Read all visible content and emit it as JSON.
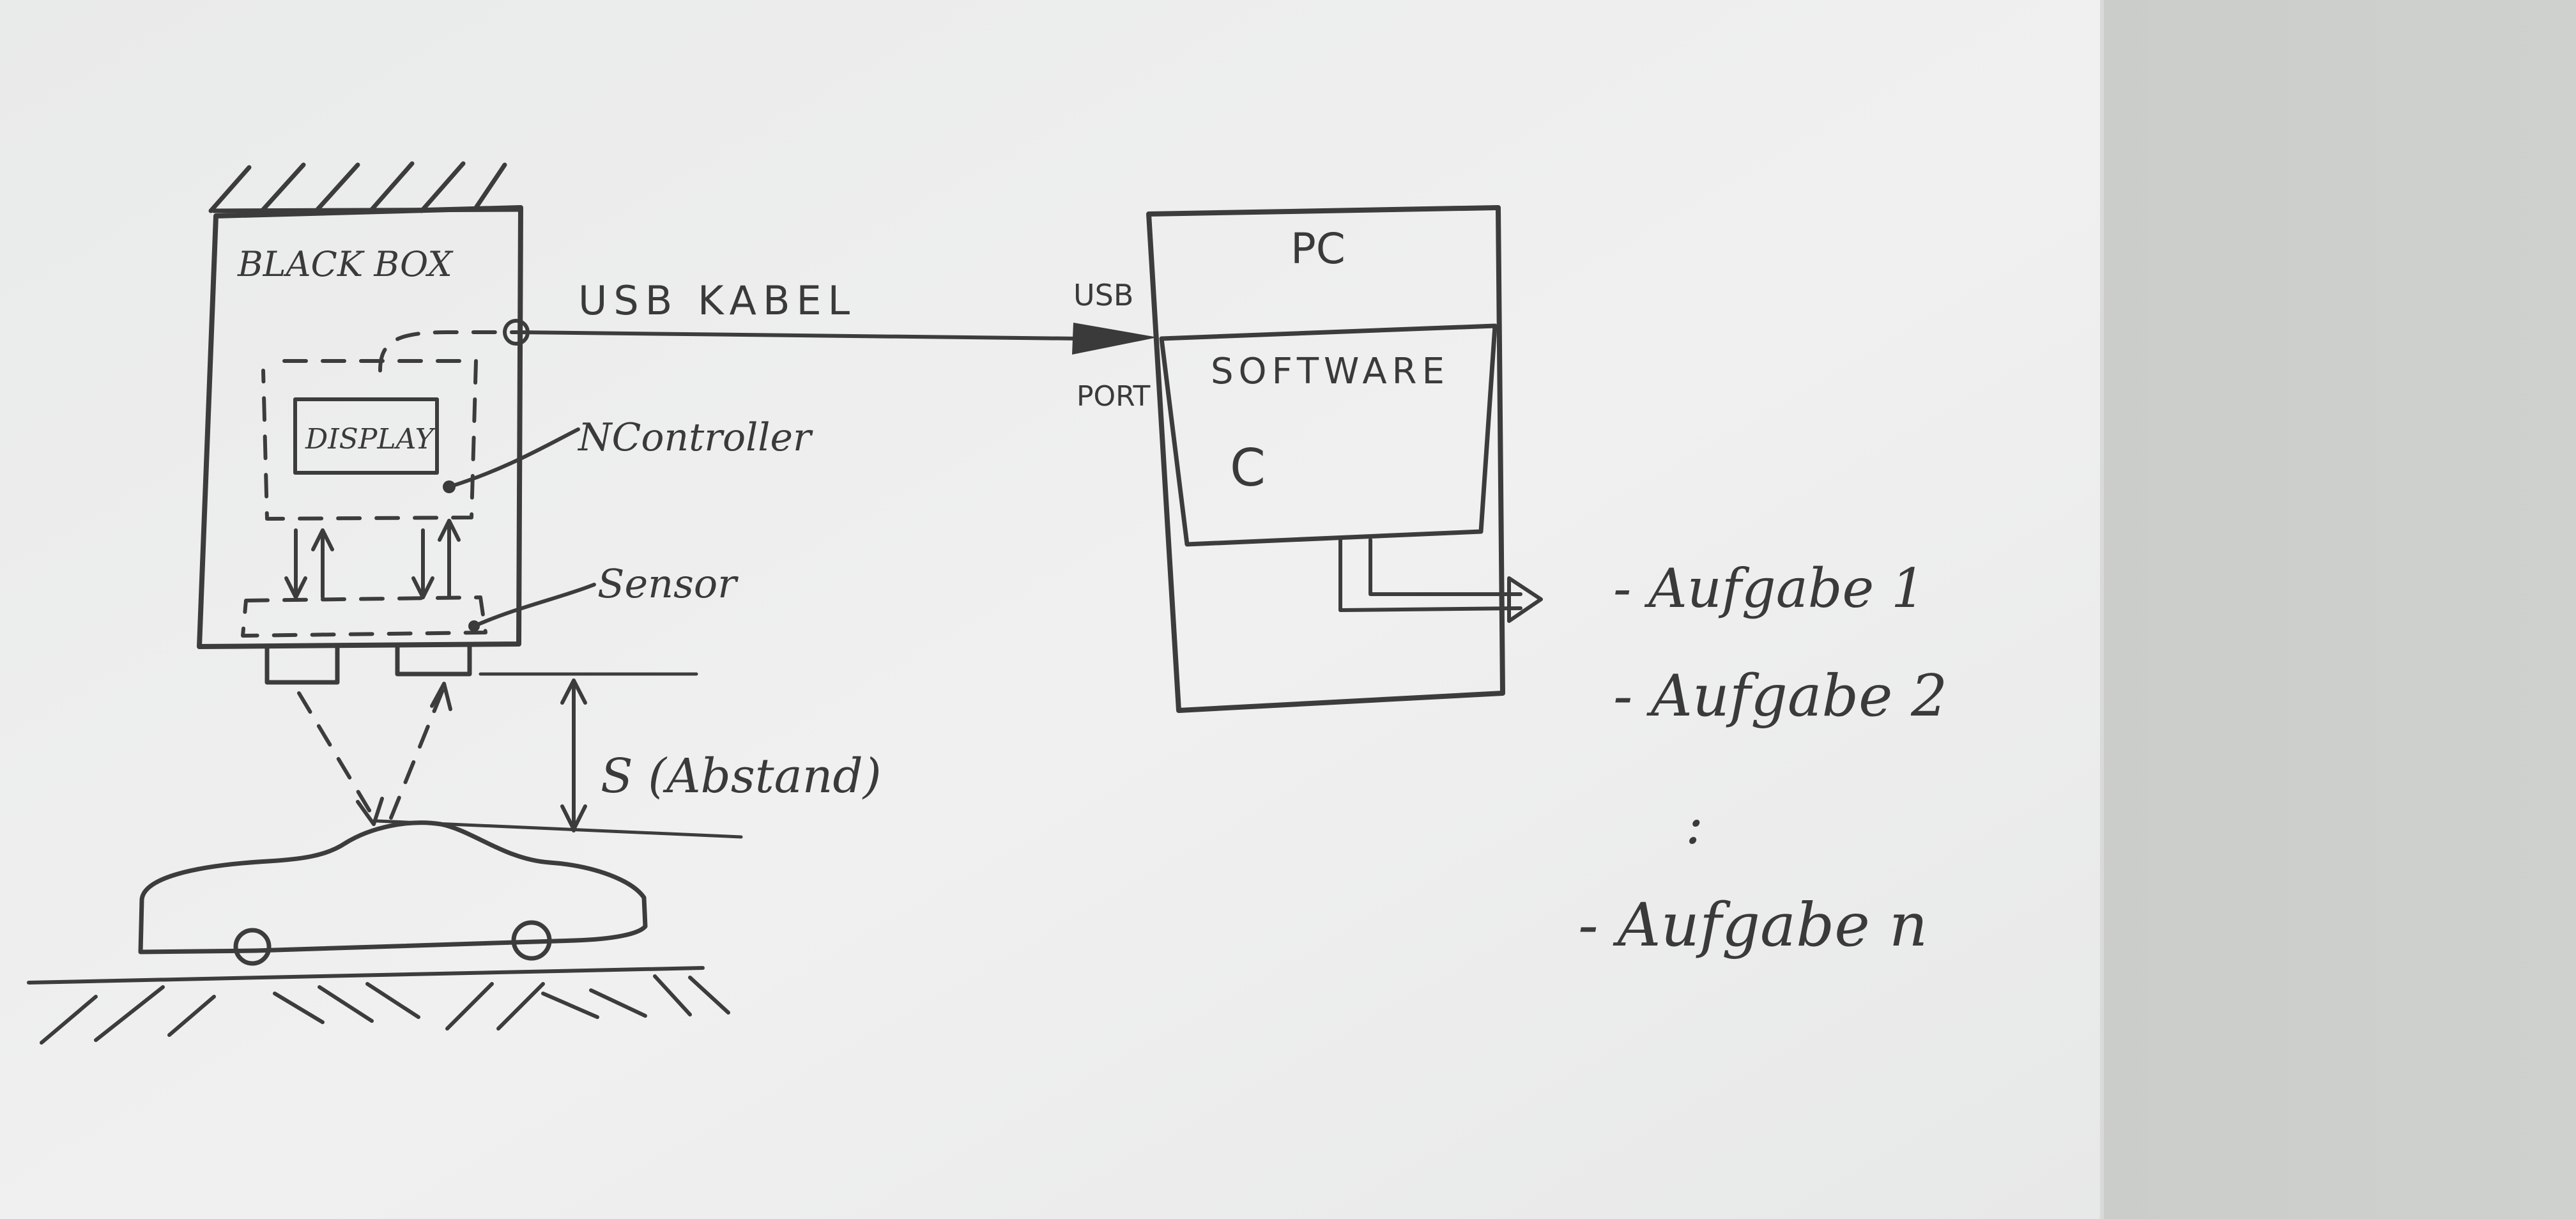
{
  "sketch": {
    "black_box": {
      "title": "BLACK BOX",
      "display_label": "DISPLAY",
      "controller_label": "NController",
      "sensor_label": "Sensor"
    },
    "cable_label": "USB KABEL",
    "distance_label": "S (Abstand)",
    "pc": {
      "title": "PC",
      "port_label_top": "USB",
      "port_label_bottom": "PORT",
      "software_label": "SOFTWARE",
      "language_label": "C"
    },
    "tasks": [
      "- Aufgabe 1",
      "- Aufgabe 2",
      ":",
      "- Aufgabe n"
    ]
  },
  "colors": {
    "paper": "#eeeeee",
    "ink": "#3c3c3c",
    "background": "#c9cbc9"
  }
}
